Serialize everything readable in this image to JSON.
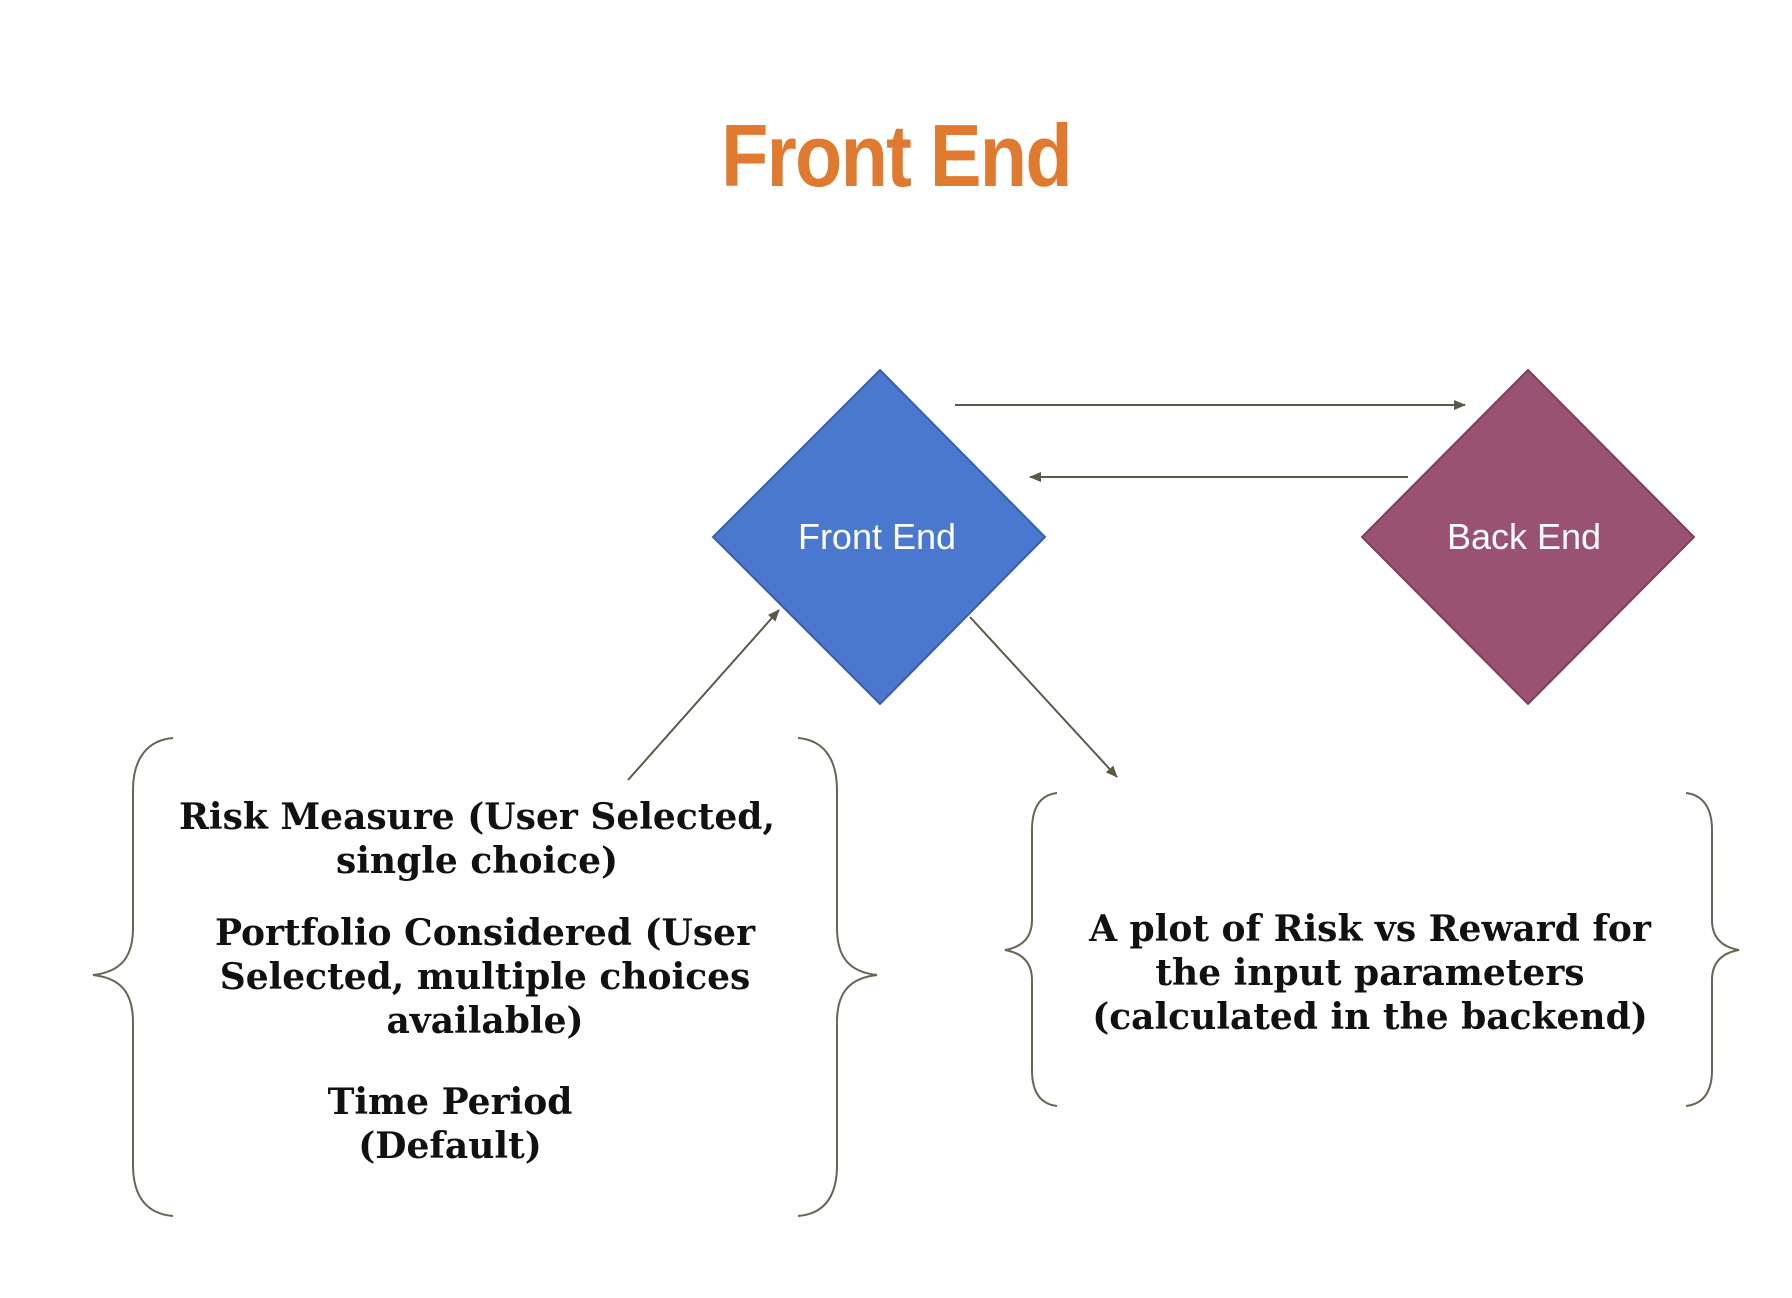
{
  "title": "Front End",
  "nodes": {
    "front_end": {
      "label": "Front End",
      "color": "#4A78CF"
    },
    "back_end": {
      "label": "Back End",
      "color": "#9A5273"
    }
  },
  "inputs": {
    "risk_measure": [
      "Risk Measure (User Selected,",
      "single choice)"
    ],
    "portfolio": [
      "Portfolio Considered (User",
      "Selected, multiple choices",
      "available)"
    ],
    "time_period": [
      "Time Period",
      "(Default)"
    ]
  },
  "output": {
    "lines": [
      "A plot of Risk vs Reward for",
      "the input parameters",
      "(calculated in the backend)"
    ]
  },
  "colors": {
    "title": "#E07A30",
    "arrow": "#5E5848",
    "brace": "#6B6353"
  }
}
